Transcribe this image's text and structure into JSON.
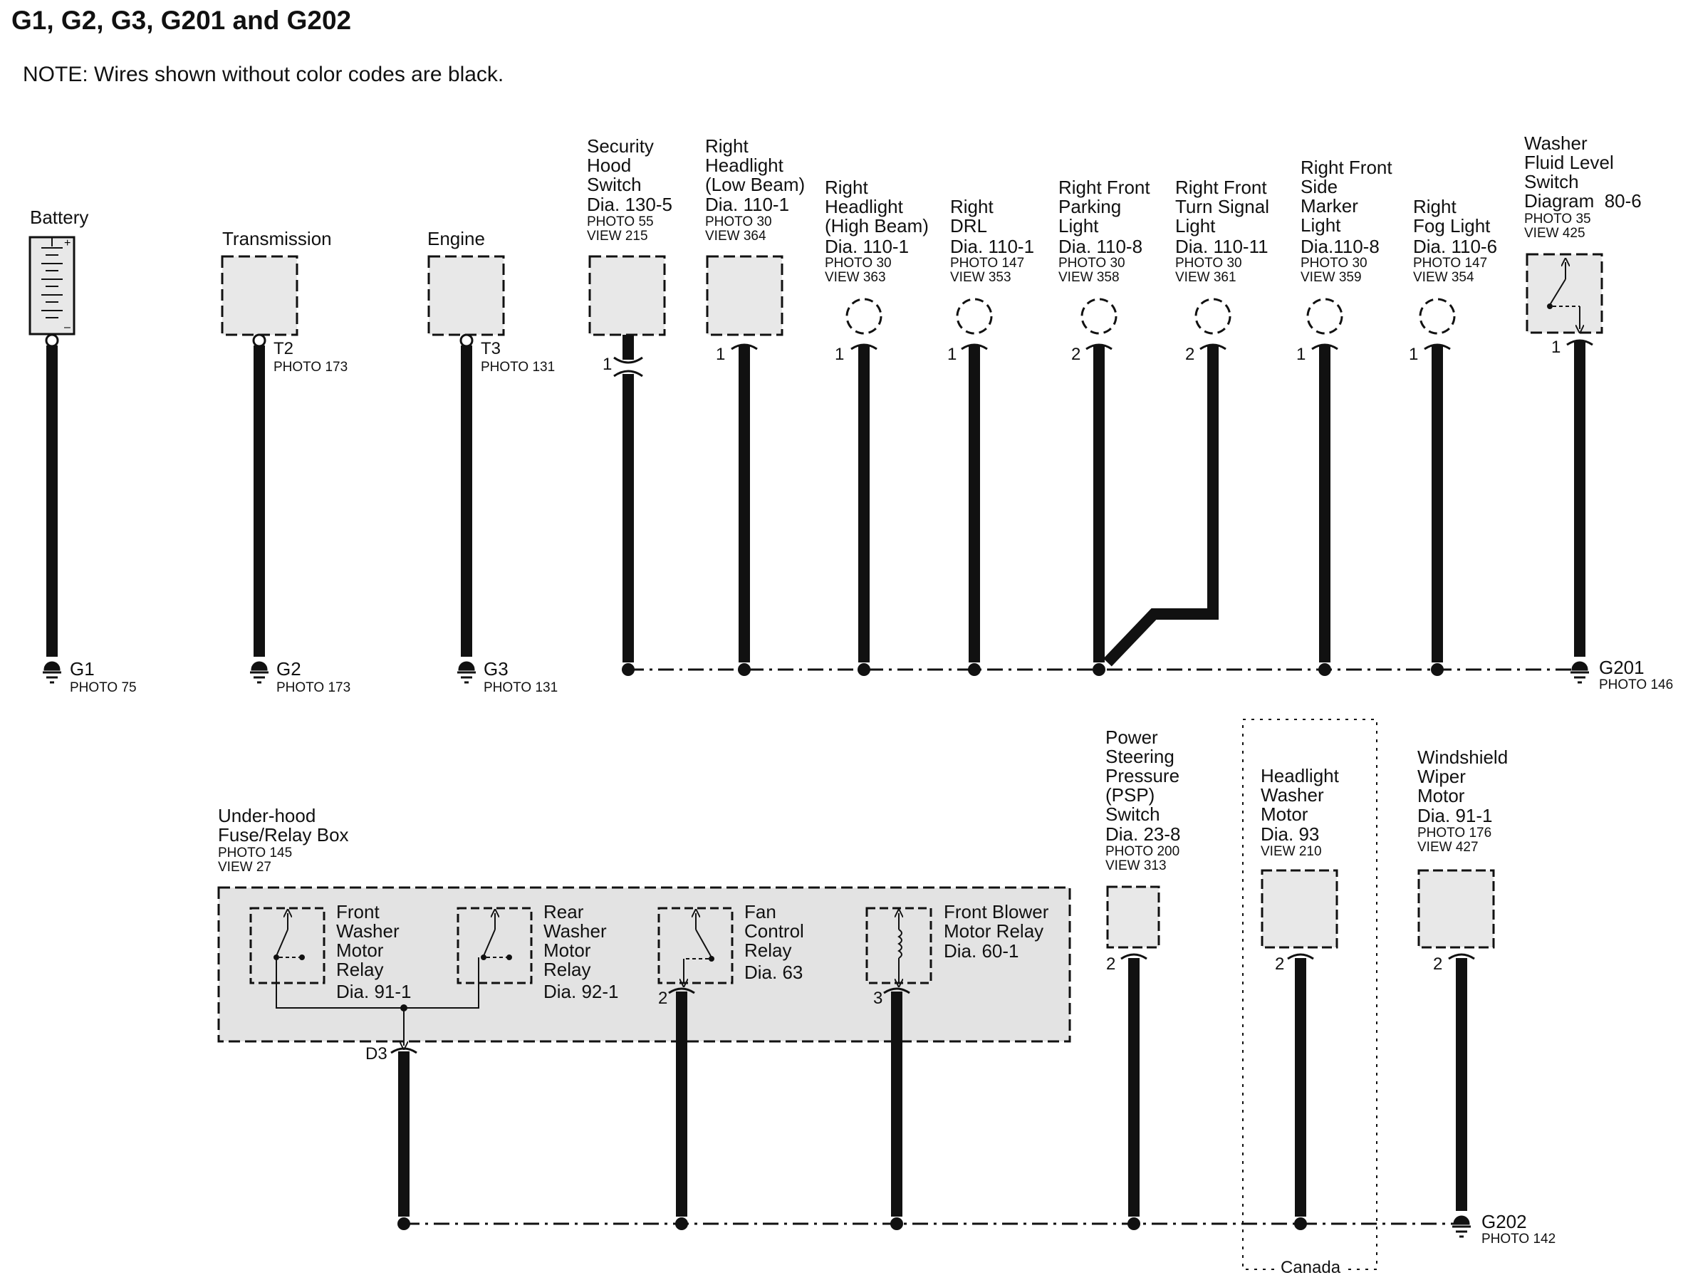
{
  "title": "G1, G2, G3, G201 and G202",
  "note": "NOTE: Wires shown without color codes are black.",
  "region_label": "Canada",
  "components": {
    "battery": {
      "name": "Battery"
    },
    "transmission": {
      "name": "Transmission",
      "terminal": "T2",
      "photo": "PHOTO 173"
    },
    "engine": {
      "name": "Engine",
      "terminal": "T3",
      "photo": "PHOTO 131"
    },
    "security_hood_switch": {
      "name": "Security\nHood\nSwitch",
      "dia": "Dia. 130-5",
      "photo": "PHOTO 55",
      "view": "VIEW 215",
      "pin": "1"
    },
    "right_headlight_low": {
      "name": "Right\nHeadlight\n(Low Beam)",
      "dia": "Dia. 110-1",
      "photo": "PHOTO 30",
      "view": "VIEW 364",
      "pin": "1"
    },
    "right_headlight_high": {
      "name": "Right\nHeadlight\n(High Beam)",
      "dia": "Dia. 110-1",
      "photo": "PHOTO 30",
      "view": "VIEW 363",
      "pin": "1"
    },
    "right_drl": {
      "name": "Right\nDRL",
      "dia": "Dia. 110-1",
      "photo": "PHOTO 147",
      "view": "VIEW 353",
      "pin": "1"
    },
    "right_front_parking": {
      "name": "Right Front\nParking\nLight",
      "dia": "Dia. 110-8",
      "photo": "PHOTO 30",
      "view": "VIEW 358",
      "pin": "2"
    },
    "right_front_turn": {
      "name": "Right Front\nTurn Signal\nLight",
      "dia": "Dia. 110-11",
      "photo": "PHOTO 30",
      "view": "VIEW 361",
      "pin": "2"
    },
    "right_front_side_marker": {
      "name": "Right Front\nSide\nMarker\nLight",
      "dia": "Dia.110-8",
      "photo": "PHOTO 30",
      "view": "VIEW 359",
      "pin": "1"
    },
    "right_fog": {
      "name": "Right\nFog Light",
      "dia": "Dia. 110-6",
      "photo": "PHOTO 147",
      "view": "VIEW 354",
      "pin": "1"
    },
    "washer_fluid_switch": {
      "name": "Washer\nFluid Level\nSwitch\nDiagram  80-6",
      "photo": "PHOTO 35",
      "view": "VIEW 425",
      "pin": "1"
    },
    "underhood_box": {
      "name": "Under-hood\nFuse/Relay Box",
      "photo": "PHOTO 145",
      "view": "VIEW 27",
      "terminal": "D3"
    },
    "front_washer_relay": {
      "name": "Front\nWasher\nMotor\nRelay",
      "dia": "Dia. 91-1"
    },
    "rear_washer_relay": {
      "name": "Rear\nWasher\nMotor\nRelay",
      "dia": "Dia. 92-1"
    },
    "fan_control_relay": {
      "name": "Fan\nControl\nRelay",
      "dia": "Dia. 63",
      "pin": "2"
    },
    "front_blower_relay": {
      "name": "Front Blower\nMotor Relay",
      "dia": "Dia. 60-1",
      "pin": "3"
    },
    "psp_switch": {
      "name": "Power\nSteering\nPressure\n(PSP)\nSwitch",
      "dia": "Dia. 23-8",
      "photo": "PHOTO 200",
      "view": "VIEW 313",
      "pin": "2"
    },
    "headlight_washer_motor": {
      "name": "Headlight\nWasher\nMotor",
      "dia": "Dia. 93",
      "view": "VIEW 210",
      "pin": "2"
    },
    "windshield_wiper_motor": {
      "name": "Windshield\nWiper\nMotor",
      "dia": "Dia. 91-1",
      "photo": "PHOTO 176",
      "view": "VIEW 427",
      "pin": "2"
    }
  },
  "grounds": {
    "g1": {
      "name": "G1",
      "photo": "PHOTO 75"
    },
    "g2": {
      "name": "G2",
      "photo": "PHOTO 173"
    },
    "g3": {
      "name": "G3",
      "photo": "PHOTO 131"
    },
    "g201": {
      "name": "G201",
      "photo": "PHOTO 146"
    },
    "g202": {
      "name": "G202",
      "photo": "PHOTO 142"
    }
  }
}
